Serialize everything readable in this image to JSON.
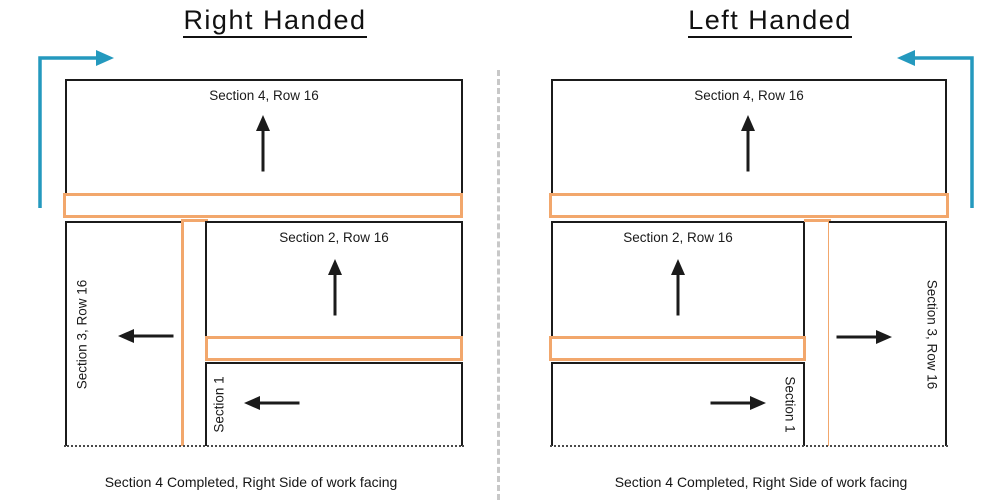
{
  "colors": {
    "outline": "#1b1b1b",
    "highlight": "#f2a76c",
    "turn_arrow": "#2499be",
    "divider": "#c8c8c8",
    "dotted": "#4a4a4a"
  },
  "panels": [
    {
      "title": "Right Handed",
      "turn_arrow_direction": "up-then-right",
      "sections": {
        "section4": {
          "label": "Section 4, Row 16",
          "arrow_direction": "up"
        },
        "section2": {
          "label": "Section 2, Row 16",
          "arrow_direction": "up"
        },
        "section3": {
          "label": "Section 3, Row 16",
          "arrow_direction": "left"
        },
        "section1": {
          "label": "Section 1",
          "arrow_direction": "left"
        }
      },
      "caption": "Section 4 Completed, Right Side of work facing"
    },
    {
      "title": "Left Handed",
      "turn_arrow_direction": "up-then-left",
      "sections": {
        "section4": {
          "label": "Section 4, Row 16",
          "arrow_direction": "up"
        },
        "section2": {
          "label": "Section 2, Row 16",
          "arrow_direction": "up"
        },
        "section3": {
          "label": "Section 3, Row 16",
          "arrow_direction": "right"
        },
        "section1": {
          "label": "Section 1",
          "arrow_direction": "right"
        }
      },
      "caption": "Section 4 Completed, Right Side of work facing"
    }
  ]
}
